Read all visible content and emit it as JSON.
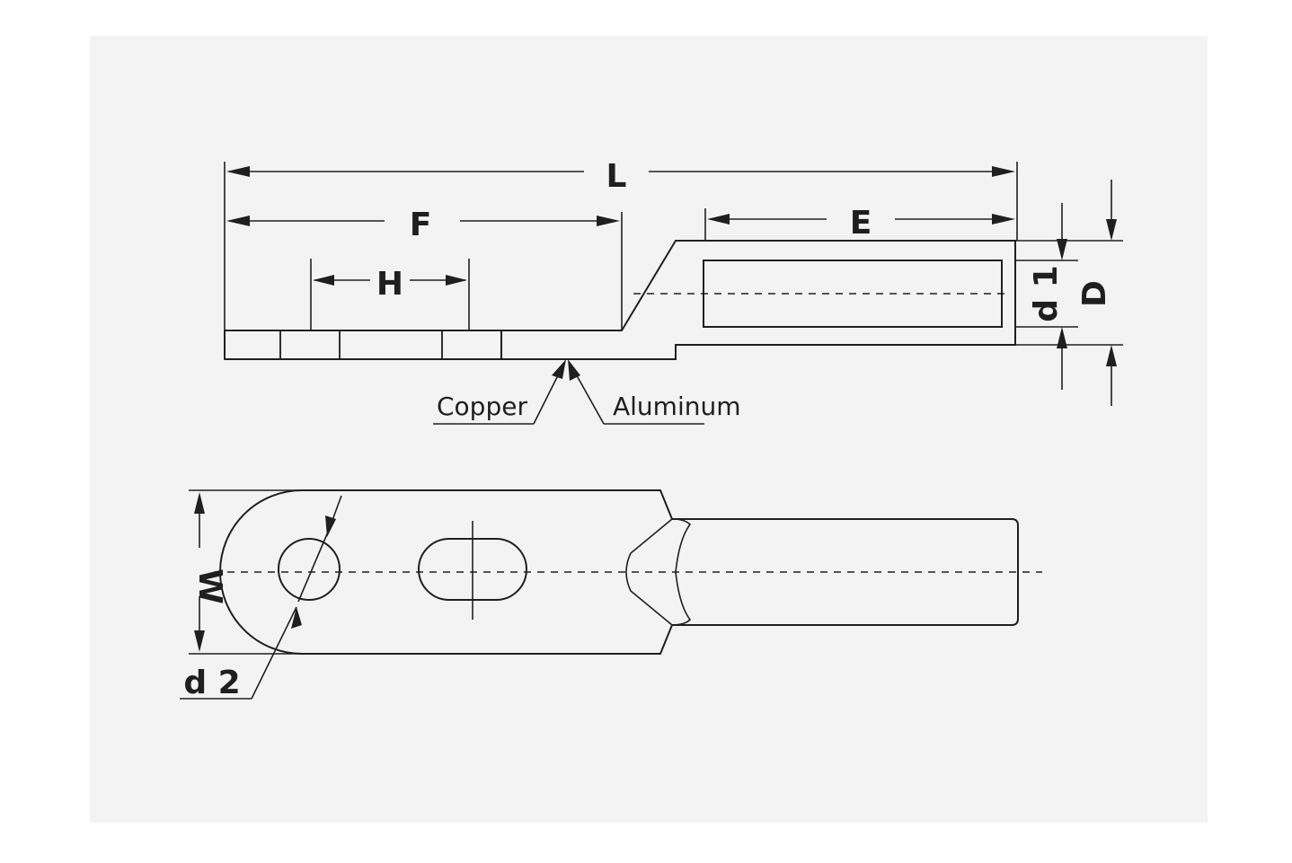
{
  "diagram": {
    "background_color": "#f3f3f3",
    "line_color": "#1f1f1f",
    "dimension_labels": {
      "L": "L",
      "F": "F",
      "H": "H",
      "E": "E",
      "d1": "d 1",
      "D": "D",
      "W": "W",
      "d2": "d 2"
    },
    "materials": {
      "copper": "Copper",
      "aluminum": "Aluminum"
    }
  }
}
